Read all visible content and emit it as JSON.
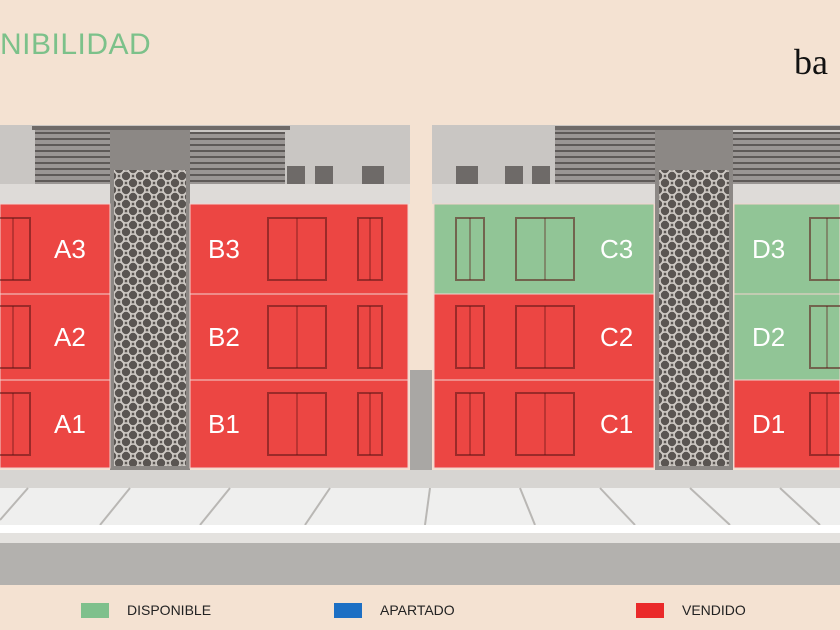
{
  "header": {
    "title": "NIBILIDAD",
    "logo_text": "ba"
  },
  "colors": {
    "disponible": "#7fc08c",
    "apartado": "#1c6fc4",
    "vendido": "#ea2a2a",
    "background": "#f4e2d2"
  },
  "buildings": [
    {
      "name": "A",
      "units": [
        {
          "label": "A3",
          "status": "vendido"
        },
        {
          "label": "A2",
          "status": "vendido"
        },
        {
          "label": "A1",
          "status": "vendido"
        }
      ]
    },
    {
      "name": "B",
      "units": [
        {
          "label": "B3",
          "status": "vendido"
        },
        {
          "label": "B2",
          "status": "vendido"
        },
        {
          "label": "B1",
          "status": "vendido"
        }
      ]
    },
    {
      "name": "C",
      "units": [
        {
          "label": "C3",
          "status": "disponible"
        },
        {
          "label": "C2",
          "status": "vendido"
        },
        {
          "label": "C1",
          "status": "vendido"
        }
      ]
    },
    {
      "name": "D",
      "units": [
        {
          "label": "D3",
          "status": "disponible"
        },
        {
          "label": "D2",
          "status": "disponible"
        },
        {
          "label": "D1",
          "status": "vendido"
        }
      ]
    }
  ],
  "legend": [
    {
      "label": "DISPONIBLE",
      "color": "#7fc08c"
    },
    {
      "label": "APARTADO",
      "color": "#1c6fc4"
    },
    {
      "label": "VENDIDO",
      "color": "#ea2a2a"
    }
  ]
}
